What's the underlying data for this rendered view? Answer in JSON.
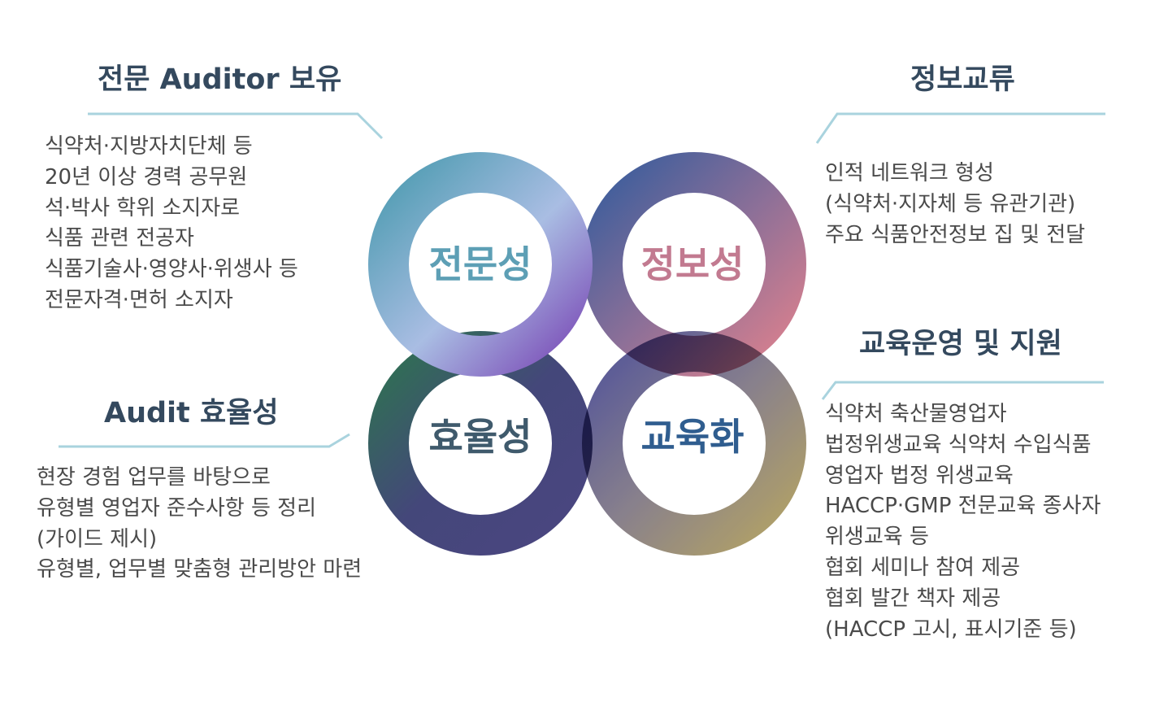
{
  "colors": {
    "heading": "#34495e",
    "body_text": "#4a4a4a",
    "connector_line": "#a9d3de",
    "label_expertise": "#5d9fb5",
    "label_information": "#c27a90",
    "label_efficiency": "#3f5a6c",
    "label_education": "#2f5d8f"
  },
  "top_left": {
    "heading": "전문 Auditor 보유",
    "lines": [
      "식약처·지방자치단체 등",
      "20년 이상 경력 공무원",
      "석·박사 학위 소지자로",
      "식품 관련 전공자",
      "식품기술사·영양사·위생사 등",
      "전문자격·면허 소지자"
    ]
  },
  "top_right": {
    "heading": "정보교류",
    "lines": [
      "인적 네트워크 형성",
      "(식약처·지자체 등 유관기관)",
      "주요 식품안전정보 집 및 전달"
    ]
  },
  "bottom_left": {
    "heading": "Audit 효율성",
    "lines": [
      "현장 경험 업무를 바탕으로",
      "유형별 영업자 준수사항 등 정리",
      "(가이드 제시)",
      "유형별, 업무별 맞춤형 관리방안 마련"
    ]
  },
  "bottom_right": {
    "heading": "교육운영 및 지원",
    "lines": [
      "식약처 축산물영업자",
      "법정위생교육 식약처 수입식품",
      "영업자 법정 위생교육",
      "HACCP·GMP 전문교육 종사자",
      "위생교육 등",
      "협회 세미나 참여 제공",
      "협회 발간 책자 제공",
      "(HACCP 고시, 표시기준 등)"
    ]
  },
  "rings": {
    "expertise": "전문성",
    "information": "정보성",
    "efficiency": "효율성",
    "education": "교육화"
  }
}
